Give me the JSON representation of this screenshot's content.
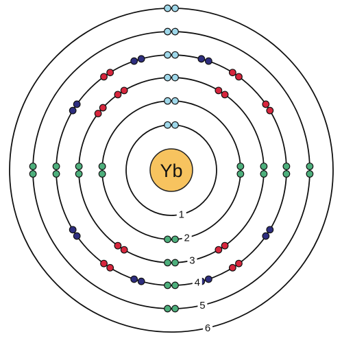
{
  "element": {
    "symbol": "Yb"
  },
  "colors": {
    "nucleus": "#F7C35F",
    "s": "#9FD8EA",
    "p": "#4DAF7C",
    "d": "#D7263D",
    "f": "#2E2E7F",
    "line": "#111111"
  },
  "shells": [
    {
      "label": "1",
      "electrons": [
        "s",
        "s"
      ]
    },
    {
      "label": "2",
      "electrons": [
        "s",
        "s",
        "p",
        "p",
        "p",
        "p",
        "p",
        "p"
      ]
    },
    {
      "label": "3",
      "electrons": [
        "s",
        "s",
        "p",
        "p",
        "p",
        "p",
        "p",
        "p",
        "d",
        "d",
        "d",
        "d",
        "d",
        "d",
        "d",
        "d",
        "d",
        "d"
      ]
    },
    {
      "label": "4",
      "electrons": [
        "s",
        "s",
        "p",
        "p",
        "p",
        "p",
        "p",
        "p",
        "d",
        "d",
        "d",
        "d",
        "d",
        "d",
        "d",
        "d",
        "d",
        "d",
        "f",
        "f",
        "f",
        "f",
        "f",
        "f",
        "f",
        "f",
        "f",
        "f",
        "f",
        "f",
        "f",
        "f"
      ]
    },
    {
      "label": "5",
      "electrons": [
        "s",
        "s",
        "p",
        "p",
        "p",
        "p",
        "p",
        "p"
      ]
    },
    {
      "label": "6",
      "electrons": [
        "s",
        "s"
      ]
    }
  ]
}
